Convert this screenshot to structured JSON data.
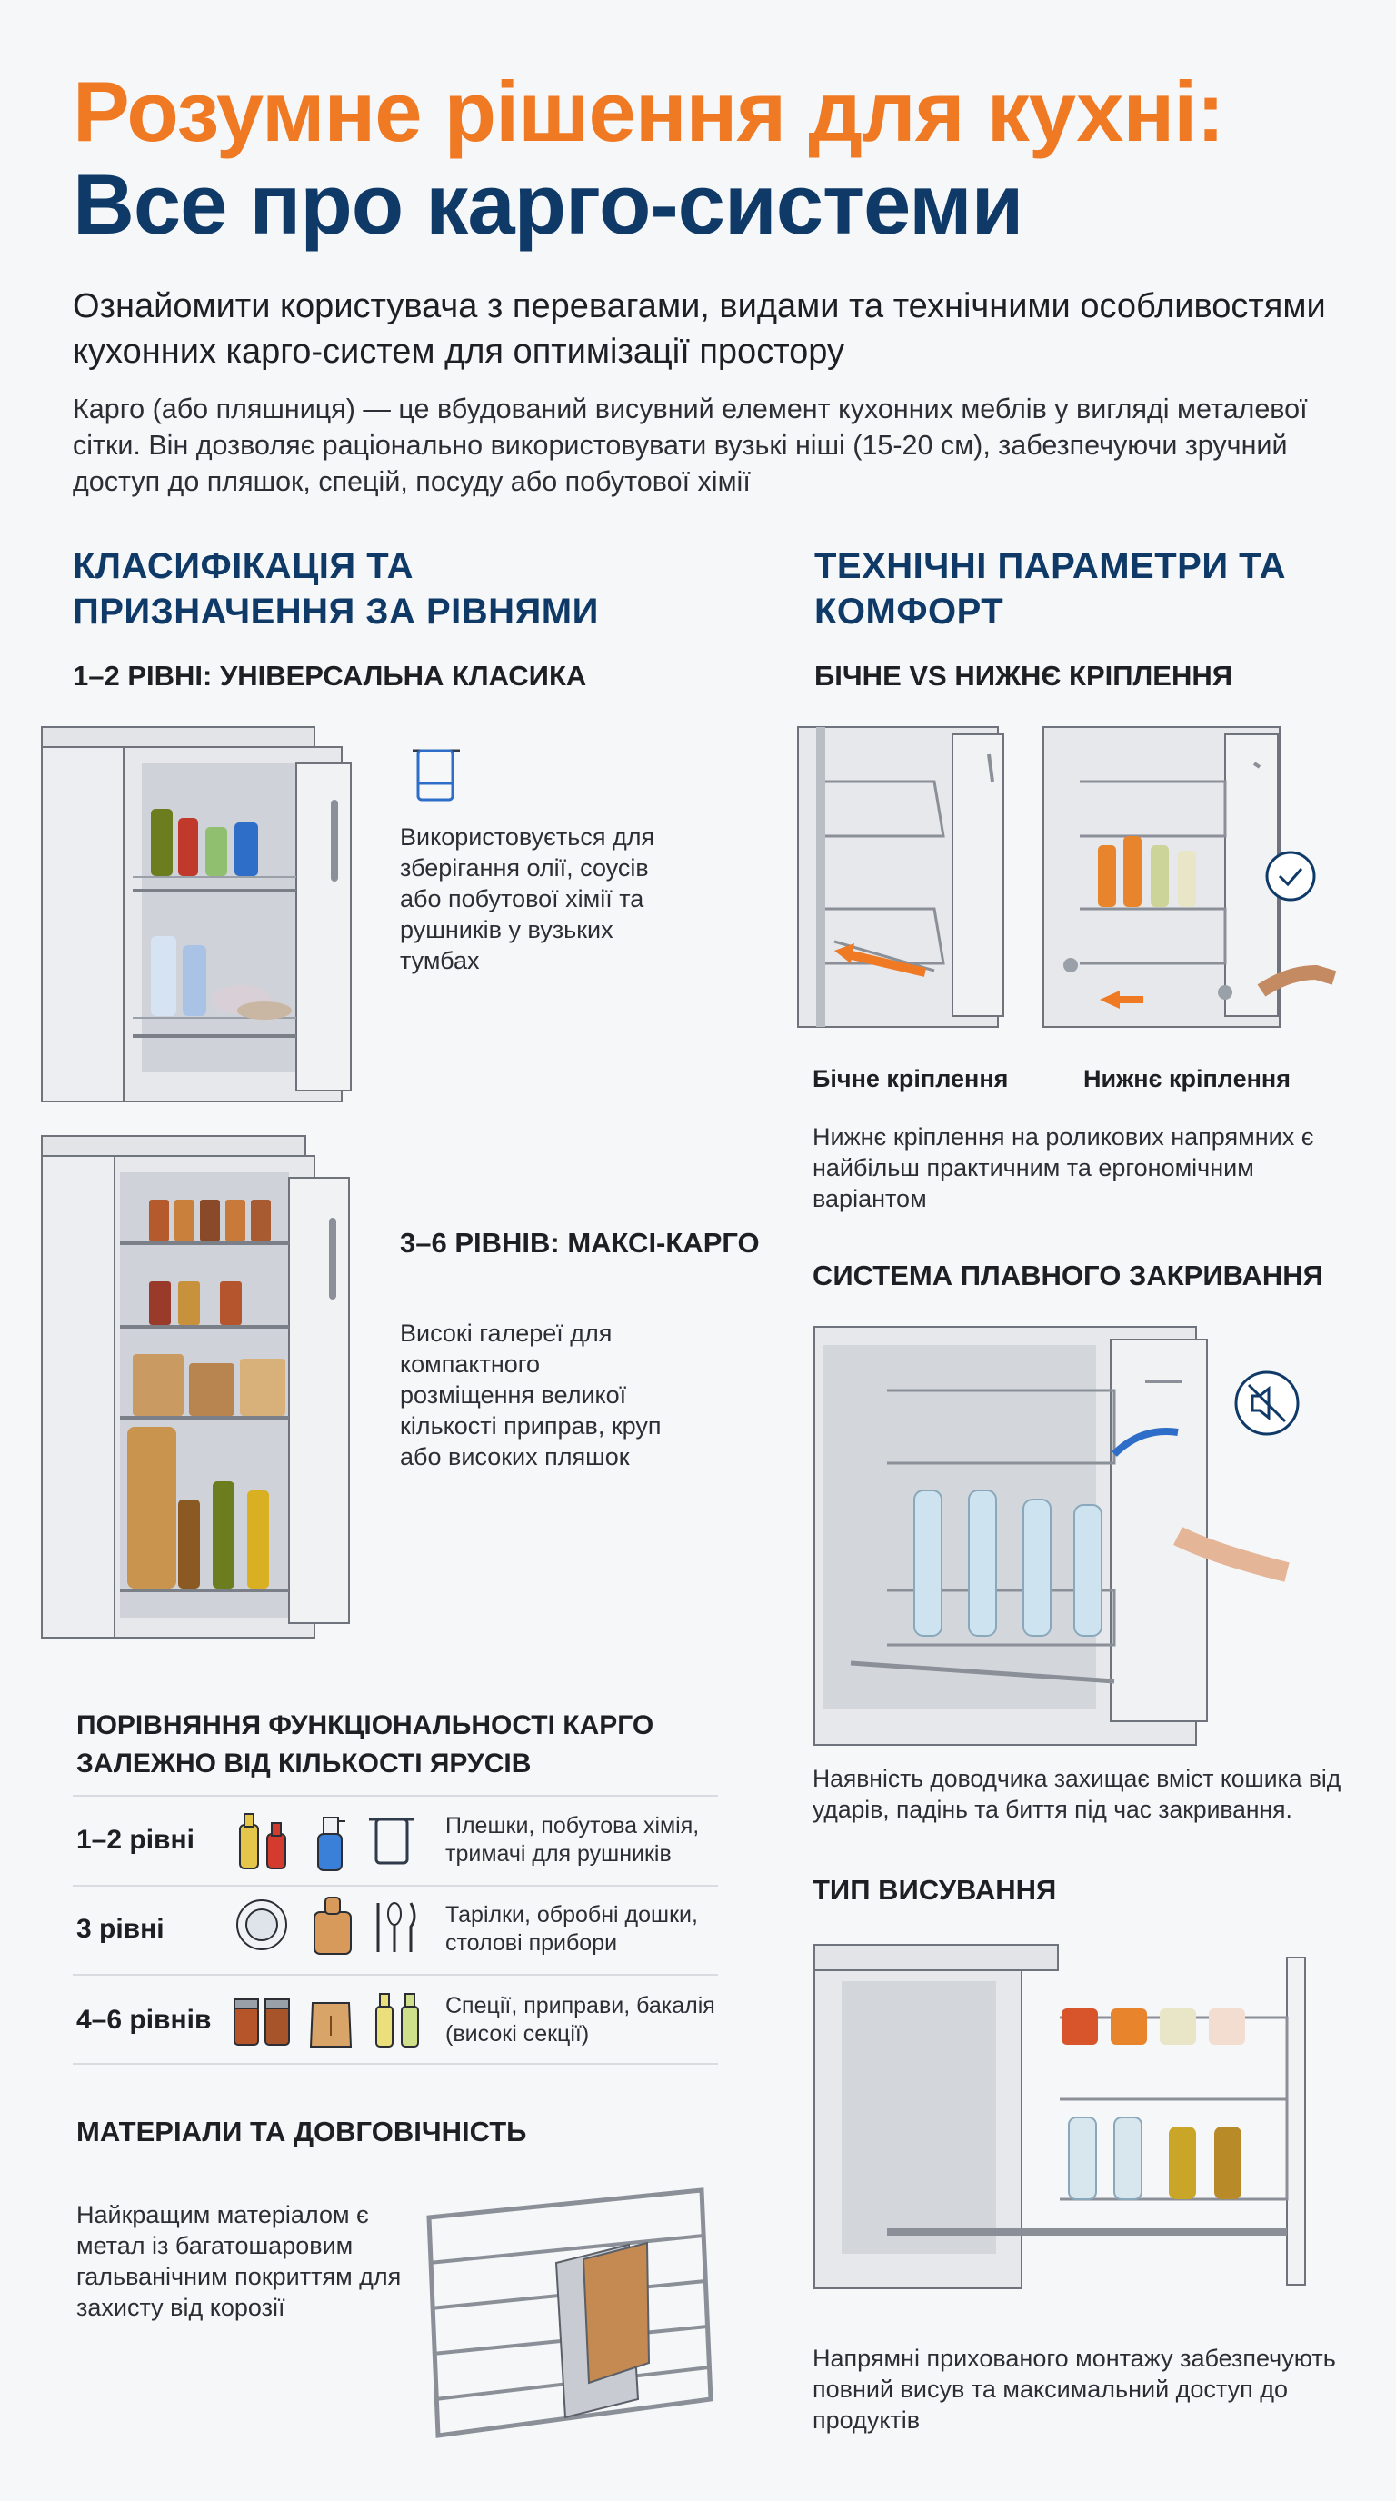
{
  "header": {
    "title_line1": "Розумне рішення для кухні:",
    "title_line2": "Все про карго-системи",
    "subtitle": "Ознайомити користувача з перевагами, видами та технічними особливостями кухонних карго-систем для оптимізації простору",
    "intro": "Карго (або пляшниця) — це вбудований висувний елемент кухонних меблів у вигляді металевої сітки. Він дозволяє раціонально використовувати вузькі ніші (15-20 см), забезпечуючи зручний доступ до пляшок, спецій, посуду або побутової хімії"
  },
  "left": {
    "section_title": "КЛАСИФІКАЦІЯ ТА ПРИЗНАЧЕННЯ ЗА РІВНЯМИ",
    "level12_title": "1–2 РІВНІ: УНІВЕРСАЛЬНА КЛАСИКА",
    "level12_text": "Використовується для зберігання олії, соусів або побутової хімії та рушників у вузьких тумбах",
    "level36_title": "3–6 РІВНІВ: МАКСІ-КАРГО",
    "level36_text": "Високі галереї для компактного розміщення великої кількості приправ, круп або високих пляшок",
    "comparison_title": "ПОРІВНЯННЯ ФУНКЦІОНАЛЬНОСТІ КАРГО ЗАЛЕЖНО ВІД КІЛЬКОСТІ ЯРУСІВ",
    "comparison_rows": [
      {
        "label": "1–2 рівні",
        "text": "Плешки, побутова хімія, тримачі для рушників"
      },
      {
        "label": "3 рівні",
        "text": "Тарілки, обробні дошки, столові прибори"
      },
      {
        "label": "4–6 рівнів",
        "text": "Спеції, приправи, бакалія (високі секції)"
      }
    ],
    "materials_title": "МАТЕРІАЛИ ТА ДОВГОВІЧНІСТЬ",
    "materials_text": "Найкращим матеріалом є метал із багатошаровим гальванічним покриттям для захисту від корозії"
  },
  "right": {
    "section_title": "ТЕХНІЧНІ ПАРАМЕТРИ ТА КОМФОРТ",
    "mount_title": "БІЧНЕ VS НИЖНЄ КРІПЛЕННЯ",
    "side_caption": "Бічне кріплення",
    "bottom_caption": "Нижнє кріплення",
    "mount_text": "Нижнє кріплення на роликових напрямних є найбільш практичним та ергономічним варіантом",
    "softclose_title": "СИСТЕМА ПЛАВНОГО ЗАКРИВАННЯ",
    "softclose_text": "Наявність доводчика захищає вміст кошика від ударів, падінь та биття під час закривання.",
    "extension_title": "ТИП ВИСУВАННЯ",
    "extension_text": "Напрямні прихованого монтажу забезпечують повний висув та максимальний доступ до продуктів"
  },
  "colors": {
    "accent_orange": "#f07a24",
    "brand_navy": "#0f3a68",
    "background": "#f6f7f9"
  },
  "icons": [
    "towel-icon",
    "check-icon",
    "mute-icon",
    "bottle-icon",
    "spray-icon",
    "plate-icon",
    "board-icon",
    "cutlery-icon",
    "jar-icon",
    "bag-icon"
  ]
}
